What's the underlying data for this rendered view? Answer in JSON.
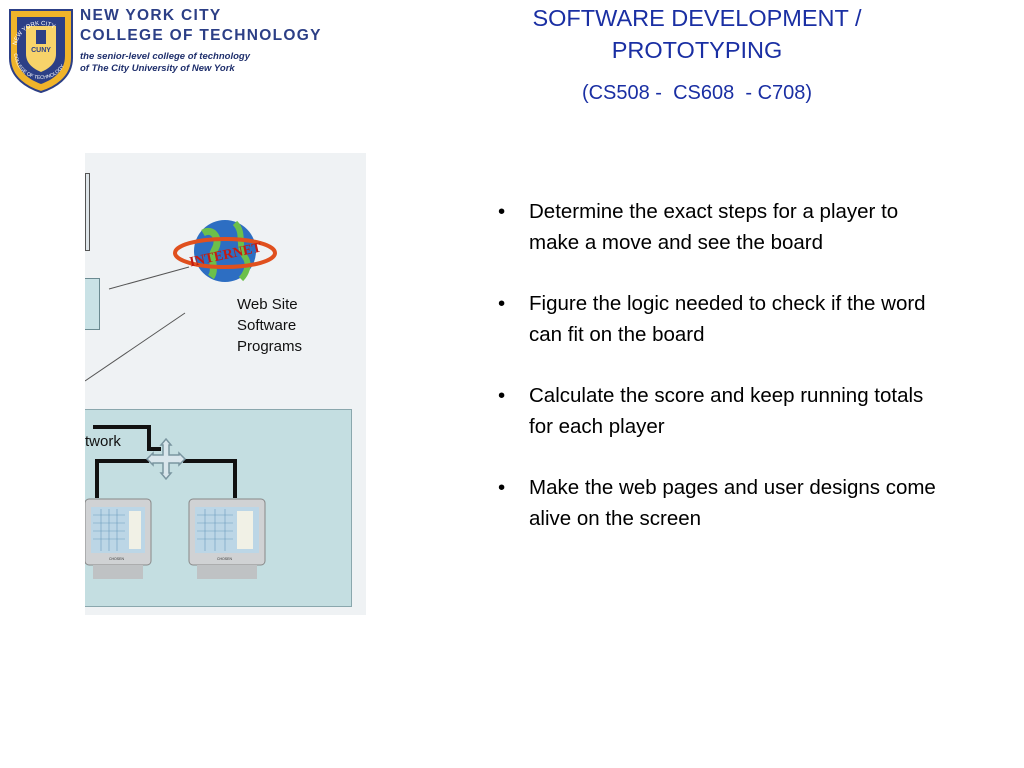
{
  "header": {
    "college_line1": "NEW YORK CITY",
    "college_line2": "COLLEGE OF TECHNOLOGY",
    "tagline_line1": "the senior-level college of technology",
    "tagline_line2": "of The City University of New York",
    "seal": {
      "ring_text_top": "NEW YORK CITY",
      "ring_text_bottom": "COLLEGE OF TECHNOLOGY",
      "center_text": "CUNY"
    }
  },
  "title": {
    "line1": "SOFTWARE DEVELOPMENT /",
    "line2": "PROTOTYPING",
    "codes": "(CS508 -  CS608  - C708)"
  },
  "diagram": {
    "web_site_lines": [
      "Web Site",
      "Software",
      "Programs"
    ],
    "internet_logo_text": "INTERNET",
    "network_label": "twork",
    "monitor_brand": "CHOSEN"
  },
  "bullets": [
    "Determine the exact steps for a player to make a move and see the board",
    "Figure the logic needed to check if the word can fit on the board",
    "Calculate the score and keep running totals for each player",
    "Make the web pages and user designs come alive on the screen"
  ],
  "colors": {
    "title_blue": "#1a2fa3",
    "college_blue": "#2c3f86",
    "seal_gold": "#f0b42a",
    "network_fill": "#c4dee1"
  }
}
